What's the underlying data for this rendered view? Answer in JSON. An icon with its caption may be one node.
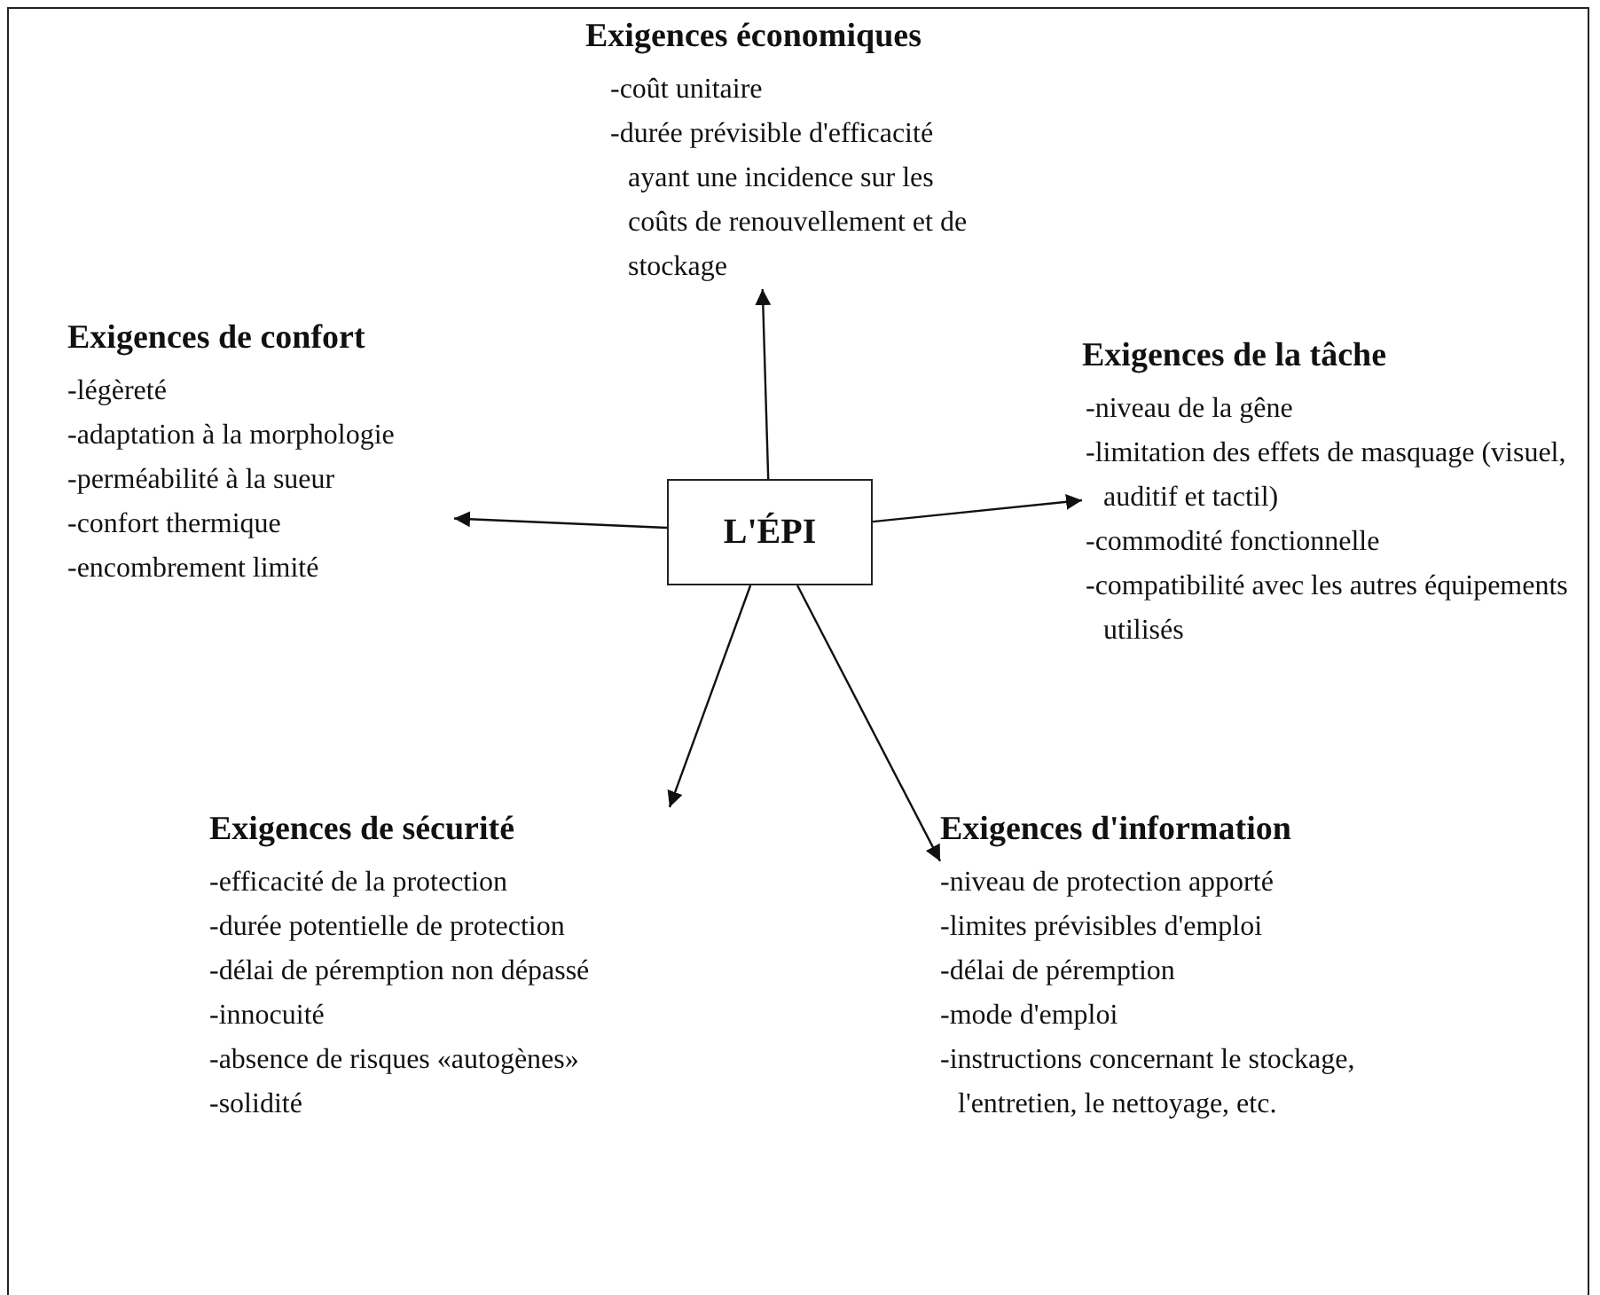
{
  "diagram": {
    "nodes": [
      {
        "text": [
          "Exigences économiques",
          "-coût unitaire",
          "-durée prévisible d'efficacité ayant une incidence sur les coûts de renouvellement et de stockage"
        ]
      },
      {
        "text": [
          "Exigences de confort",
          "-légèreté",
          "-adaptation à la morphologie",
          "-perméabilité à la sueur",
          "-confort thermique",
          "-encombrement limité"
        ]
      },
      {
        "text": [
          "L'ÉPI"
        ]
      },
      {
        "text": [
          "Exigences de la tâche",
          "-niveau de la gêne",
          "-limitation des effets de masquage (visuel, auditif et tactil)",
          "-commodité fonctionnelle",
          "-compatibilité avec les autres équipements utilisés"
        ]
      },
      {
        "text": [
          "Exigences de sécurité",
          "-efficacité de la protection",
          "-durée potentielle de protection",
          "-délai de péremption non dépassé",
          "-innocuité",
          "-absence de risques «autogènes»",
          "-solidité"
        ]
      },
      {
        "text": [
          "Exigences d'information",
          "-niveau de protection apporté",
          "-limites prévisibles d'emploi",
          "-délai de péremption",
          "-mode d'emploi",
          "-instructions concernant le stockage, l'entretien, le nettoyage, etc."
        ]
      }
    ],
    "edges": [
      {
        "from": 2,
        "to": 0,
        "arrow": "to"
      },
      {
        "from": 2,
        "to": 1,
        "arrow": "to"
      },
      {
        "from": 2,
        "to": 3,
        "arrow": "to"
      },
      {
        "from": 2,
        "to": 4,
        "arrow": "to"
      },
      {
        "from": 2,
        "to": 5,
        "arrow": "to"
      }
    ]
  }
}
